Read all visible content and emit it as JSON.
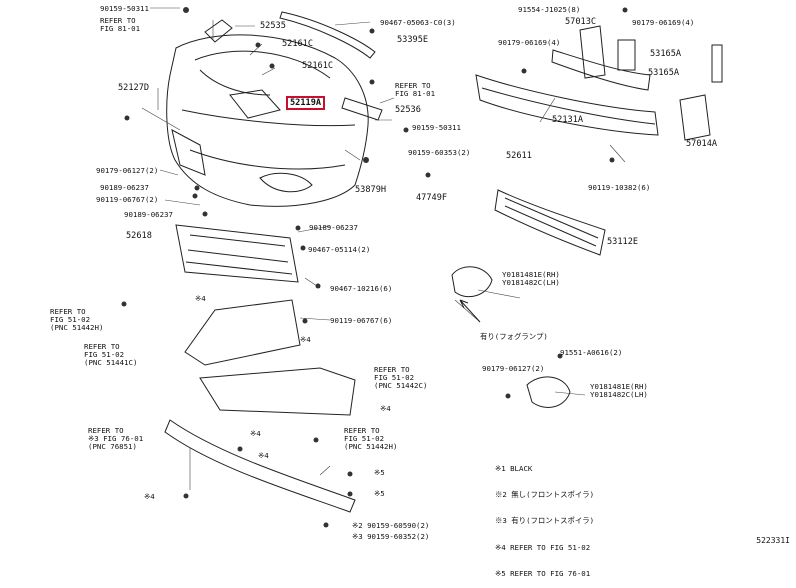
{
  "diagram_id": "522331I",
  "highlight": "52119A",
  "callouts": [
    {
      "key": "c1",
      "text": "90159-50311"
    },
    {
      "key": "c2",
      "text": "REFER TO\nFIG 81-01"
    },
    {
      "key": "c3",
      "text": "52535"
    },
    {
      "key": "c4",
      "text": "52161C"
    },
    {
      "key": "c5",
      "text": "52161C"
    },
    {
      "key": "c6",
      "text": "90467-05063-C0(3)"
    },
    {
      "key": "c7",
      "text": "53395E"
    },
    {
      "key": "c8",
      "text": "91554-J1025(8)"
    },
    {
      "key": "c9",
      "text": "57013C"
    },
    {
      "key": "c10",
      "text": "90179-06169(4)"
    },
    {
      "key": "c11",
      "text": "90179-06169(4)"
    },
    {
      "key": "c12",
      "text": "53165A"
    },
    {
      "key": "c13",
      "text": "53165A"
    },
    {
      "key": "c14",
      "text": "52127D"
    },
    {
      "key": "c15",
      "text": "REFER TO\nFIG 81-01"
    },
    {
      "key": "c16",
      "text": "52536"
    },
    {
      "key": "c17",
      "text": "90159-50311"
    },
    {
      "key": "c18",
      "text": "52131A"
    },
    {
      "key": "c19",
      "text": "57014A"
    },
    {
      "key": "c20",
      "text": "90179-06127(2)"
    },
    {
      "key": "c21",
      "text": "90159-60353(2)"
    },
    {
      "key": "c22",
      "text": "52611"
    },
    {
      "key": "c23",
      "text": "90189-06237"
    },
    {
      "key": "c24",
      "text": "90119-06767(2)"
    },
    {
      "key": "c25",
      "text": "53879H"
    },
    {
      "key": "c26",
      "text": "47749F"
    },
    {
      "key": "c27",
      "text": "90119-10382(6)"
    },
    {
      "key": "c28",
      "text": "90189-06237"
    },
    {
      "key": "c29",
      "text": "90189-06237"
    },
    {
      "key": "c30",
      "text": "52618"
    },
    {
      "key": "c31",
      "text": "53112E"
    },
    {
      "key": "c32",
      "text": "90467-05114(2)"
    },
    {
      "key": "c33",
      "text": "Y0181481E(RH)\nY0181482C(LH)"
    },
    {
      "key": "c34",
      "text": "90467-10216(6)"
    },
    {
      "key": "c35",
      "text": "REFER TO\nFIG 51-02\n(PNC 51442H)"
    },
    {
      "key": "c36",
      "text": "90119-06767(6)"
    },
    {
      "key": "c37",
      "text": "有り(フォグランプ)"
    },
    {
      "key": "c38",
      "text": "REFER TO\nFIG 51-02\n(PNC 51441C)"
    },
    {
      "key": "c39",
      "text": "91551-A0616(2)"
    },
    {
      "key": "c40",
      "text": "90179-06127(2)"
    },
    {
      "key": "c41",
      "text": "REFER TO\nFIG 51-02\n(PNC 51442C)"
    },
    {
      "key": "c42",
      "text": "Y0181481E(RH)\nY0181482C(LH)"
    },
    {
      "key": "c43",
      "text": "REFER TO\n※3 FIG 76-01\n(PNC 76851)"
    },
    {
      "key": "c44",
      "text": "REFER TO\nFIG 51-02\n(PNC 51442H)"
    },
    {
      "key": "c45",
      "text": "※4"
    },
    {
      "key": "c46",
      "text": "※4"
    },
    {
      "key": "c47",
      "text": "※4"
    },
    {
      "key": "c48",
      "text": "※4"
    },
    {
      "key": "c49",
      "text": "※4"
    },
    {
      "key": "c50",
      "text": "※5"
    },
    {
      "key": "c51",
      "text": "※5"
    },
    {
      "key": "c52",
      "text": "※4"
    },
    {
      "key": "c53",
      "text": "※2 90159-60590(2)"
    },
    {
      "key": "c54",
      "text": "※3 90159-60352(2)"
    }
  ],
  "legend": [
    "※1 BLACK",
    "※2 無し(フロントスポイラ)",
    "※3 有り(フロントスポイラ)",
    "※4 REFER TO FIG 51-02",
    "※5 REFER TO FIG 76-01"
  ]
}
